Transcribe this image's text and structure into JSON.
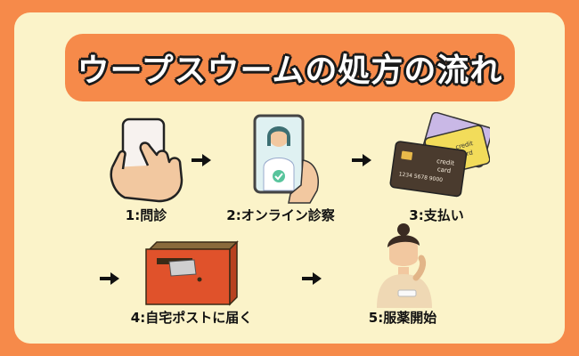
{
  "title": "ウープスウームの処方の流れ",
  "steps": [
    {
      "label": "1:問診",
      "icon": "hand-smartphone-icon"
    },
    {
      "label": "2:オンライン診察",
      "icon": "doctor-video-call-icon"
    },
    {
      "label": "3:支払い",
      "icon": "credit-cards-icon"
    },
    {
      "label": "4:自宅ポストに届く",
      "icon": "mailbox-icon"
    },
    {
      "label": "5:服薬開始",
      "icon": "woman-taking-medicine-icon"
    }
  ],
  "cards": {
    "front_line1": "credit",
    "front_line2": "card",
    "back_line1": "credit",
    "back_line2": "card",
    "number": "1234 5678 9000"
  },
  "colors": {
    "background": "#f68a4a",
    "card": "#fbf3c9",
    "mailbox": "#e0522b"
  }
}
